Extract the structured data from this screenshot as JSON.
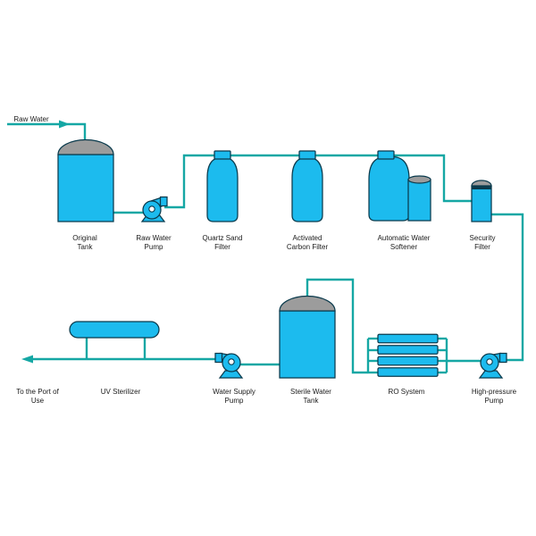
{
  "diagram_type": "water-treatment-process-flow",
  "colors": {
    "equipment_fill": "#1CBBEE",
    "pipe": "#15A7A4",
    "dome_gray": "#9C9C9C",
    "outline": "#0B3B4D",
    "label_text": "#1A1A1A",
    "background": "#FFFFFF"
  },
  "icons": {
    "flow_arrow_right": "triangle-right",
    "flow_arrow_left": "triangle-left"
  },
  "labels": {
    "raw_water": {
      "l1": "Raw Water"
    },
    "original_tank": {
      "l1": "Original",
      "l2": "Tank"
    },
    "raw_water_pump": {
      "l1": "Raw Water",
      "l2": "Pump"
    },
    "quartz_sand_filter": {
      "l1": "Quartz Sand",
      "l2": "Filter"
    },
    "activated_carbon_filter": {
      "l1": "Activated",
      "l2": "Carbon Filter"
    },
    "automatic_water_softener": {
      "l1": "Automatic Water",
      "l2": "Softener"
    },
    "security_filter": {
      "l1": "Security",
      "l2": "Filter"
    },
    "to_port_of_use": {
      "l1": "To the Port of",
      "l2": "Use"
    },
    "uv_sterilizer": {
      "l1": "UV Sterilizer"
    },
    "water_supply_pump": {
      "l1": "Water Supply",
      "l2": "Pump"
    },
    "sterile_water_tank": {
      "l1": "Sterile Water",
      "l2": "Tank"
    },
    "ro_system": {
      "l1": "RO System"
    },
    "high_pressure_pump": {
      "l1": "High-pressure",
      "l2": "Pump"
    }
  }
}
